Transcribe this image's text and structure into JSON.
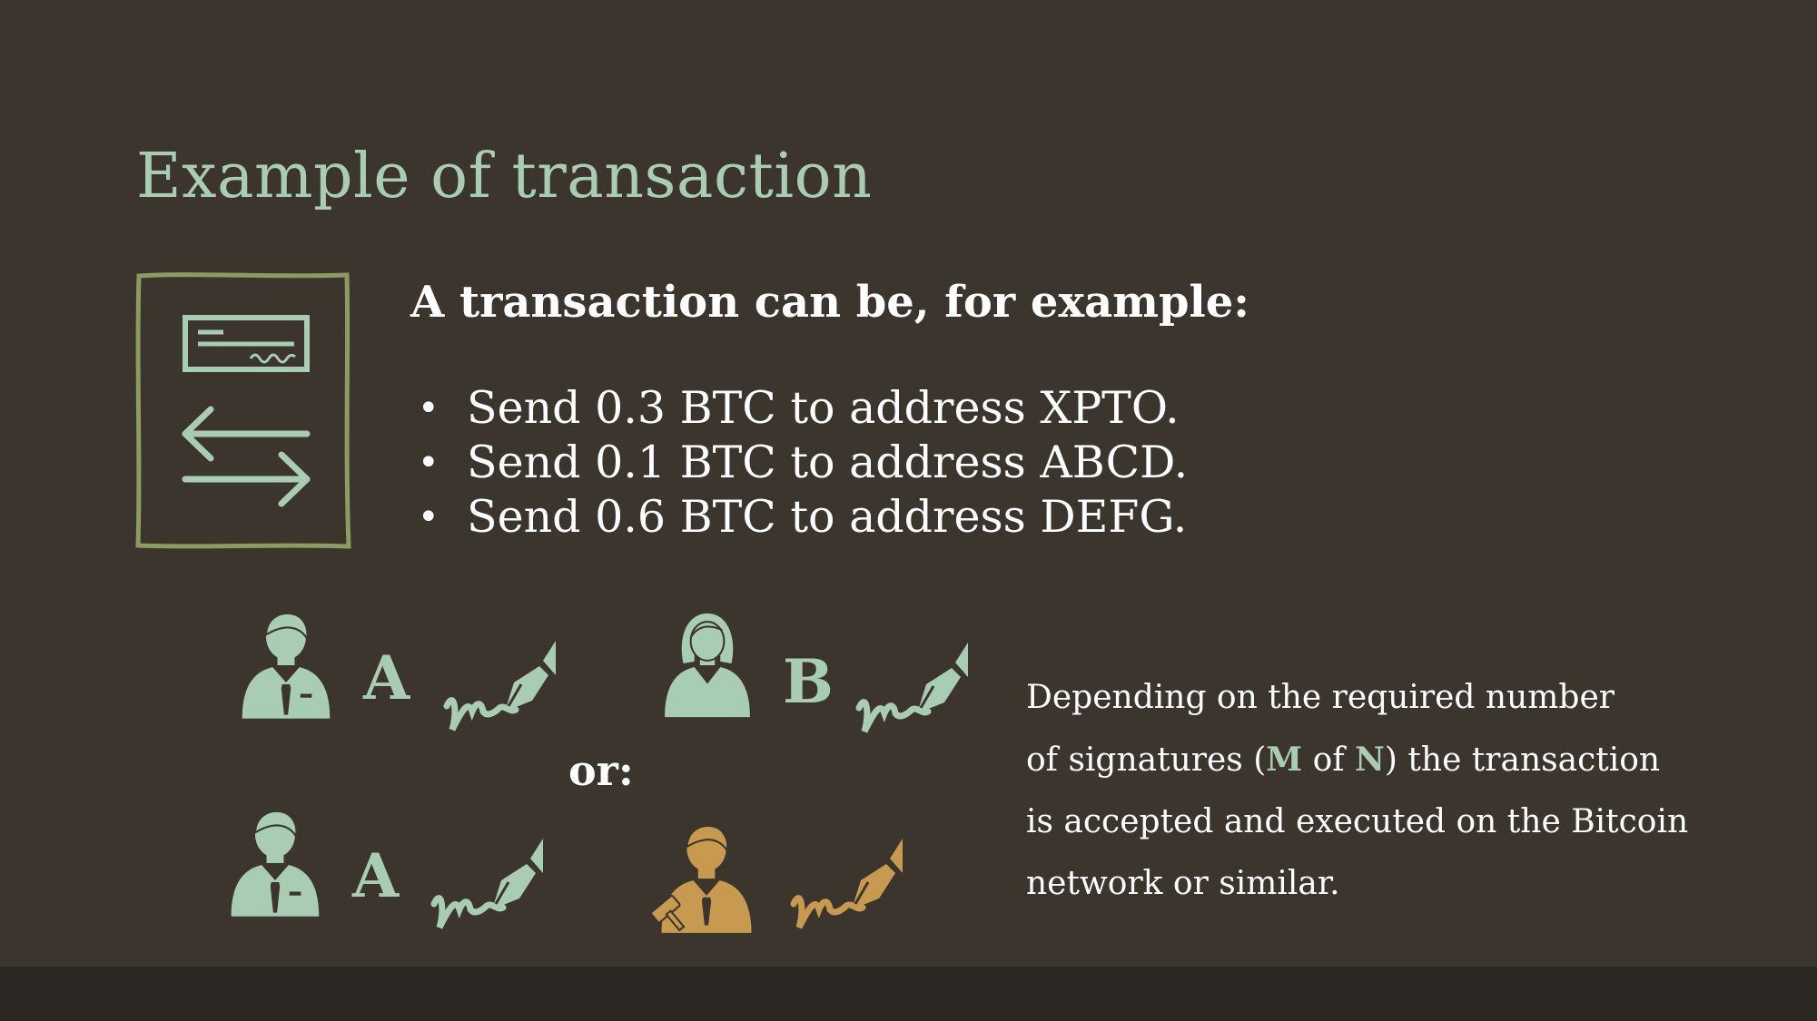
{
  "title": "Example of transaction",
  "heading": "A transaction can be, for example:",
  "bullets": [
    "Send 0.3 BTC to address XPTO.",
    "Send 0.1 BTC to address ABCD.",
    "Send 0.6 BTC to address DEFG."
  ],
  "signers": {
    "row1_left_letter": "A",
    "row1_right_letter": "B",
    "row2_left_letter": "A"
  },
  "or_label": "or:",
  "paragraph": {
    "line1": "Depending on the required number",
    "line2_before": "of signatures (",
    "line2_m": "M",
    "line2_of": " of ",
    "line2_n": "N",
    "line2_after": ") the transaction",
    "line3": "is accepted and executed on the Bitcoin",
    "line4": "network or similar."
  },
  "colors": {
    "background": "#3c352e",
    "accent_green": "#a9cdb2",
    "frame_green": "#8d9a60",
    "arbiter_gold": "#c89a4f",
    "text": "#ffffff"
  },
  "icons": [
    "document-transfer-icon",
    "businessman-icon",
    "businesswoman-icon",
    "judge-icon",
    "pen-signature-icon"
  ]
}
